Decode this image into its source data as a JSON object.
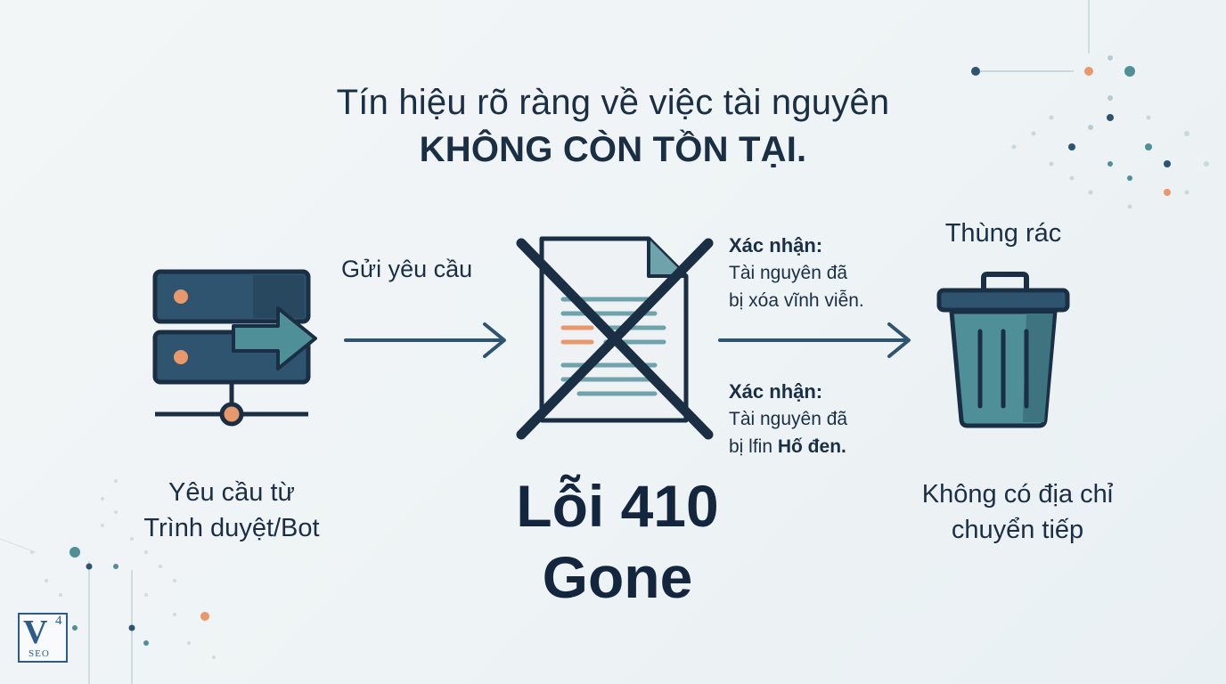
{
  "title": {
    "line1": "Tín hiệu rõ ràng về việc tài nguyên",
    "line2": "KHÔNG CÒN TỒN TẠI."
  },
  "source": {
    "label_line1": "Yêu cầu từ",
    "label_line2": "Trình duyệt/Bot"
  },
  "arrow_send_label": "Gửi yêu cầu",
  "error": {
    "line1": "Lỗi 410",
    "line2": "Gone"
  },
  "confirm_1": {
    "head": "Xác nhận:",
    "line1": "Tài nguyên đã",
    "line2": "bị xóa vĩnh viễn."
  },
  "confirm_2": {
    "head": "Xác nhận:",
    "line1": "Tài nguyên đã",
    "line2_prefix": "bị lfin ",
    "line2_bold": "Hố đen."
  },
  "trash": {
    "title": "Thùng rác",
    "label_line1": "Không có địa chỉ",
    "label_line2": "chuyển tiếp"
  },
  "logo": {
    "letter": "V",
    "number": "4",
    "text": "SEO"
  },
  "colors": {
    "navy": "#1b2f44",
    "teal": "#4f8f98",
    "slate": "#2f5470",
    "orange": "#e8986a"
  }
}
